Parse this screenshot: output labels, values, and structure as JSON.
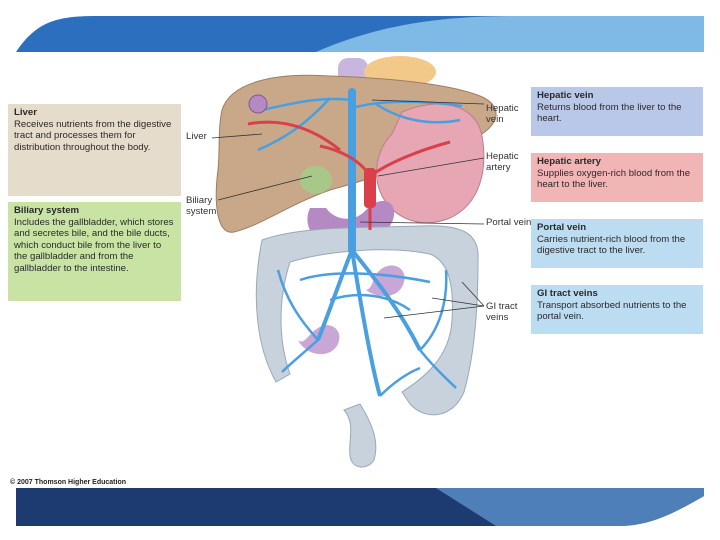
{
  "boxes": {
    "liver": {
      "title": "Liver",
      "body": "Receives nutrients from the digestive tract and processes them for distribution throughout the body."
    },
    "biliary": {
      "title": "Biliary system",
      "body": "Includes the gallbladder, which stores and secretes bile, and the bile ducts, which conduct bile from the liver to the gallbladder and from the gallbladder to the intestine."
    },
    "hepatic_vein": {
      "title": "Hepatic vein",
      "body": "Returns blood from the liver to the heart."
    },
    "hepatic_artery": {
      "title": "Hepatic artery",
      "body": "Supplies oxygen-rich blood from the heart to the liver."
    },
    "portal_vein": {
      "title": "Portal vein",
      "body": "Carries nutrient-rich blood from the digestive tract to the liver."
    },
    "gi_tract_veins": {
      "title": "GI tract veins",
      "body": "Transport absorbed nutrients to the portal vein."
    }
  },
  "callouts": {
    "liver": "Liver",
    "biliary": "Biliary system",
    "hepatic_vein": "Hepatic vein",
    "hepatic_artery": "Hepatic artery",
    "portal_vein": "Portal vein",
    "gi_tract_veins": "GI tract veins"
  },
  "copyright": "© 2007 Thomson Higher Education",
  "colors": {
    "band_blue": "#2d6fbf",
    "band_light": "#7fb9e6",
    "bottom_dark": "#1d3b70",
    "vein_blue": "#4a9fe0",
    "artery_red": "#d9404a",
    "liver_tan": "#c9a88a",
    "colon_gray": "#c7d2dc",
    "stomach_pink": "#e6a6b4",
    "gallbladder_green": "#a8c88a",
    "pancreas_purple": "#b58ac4"
  }
}
